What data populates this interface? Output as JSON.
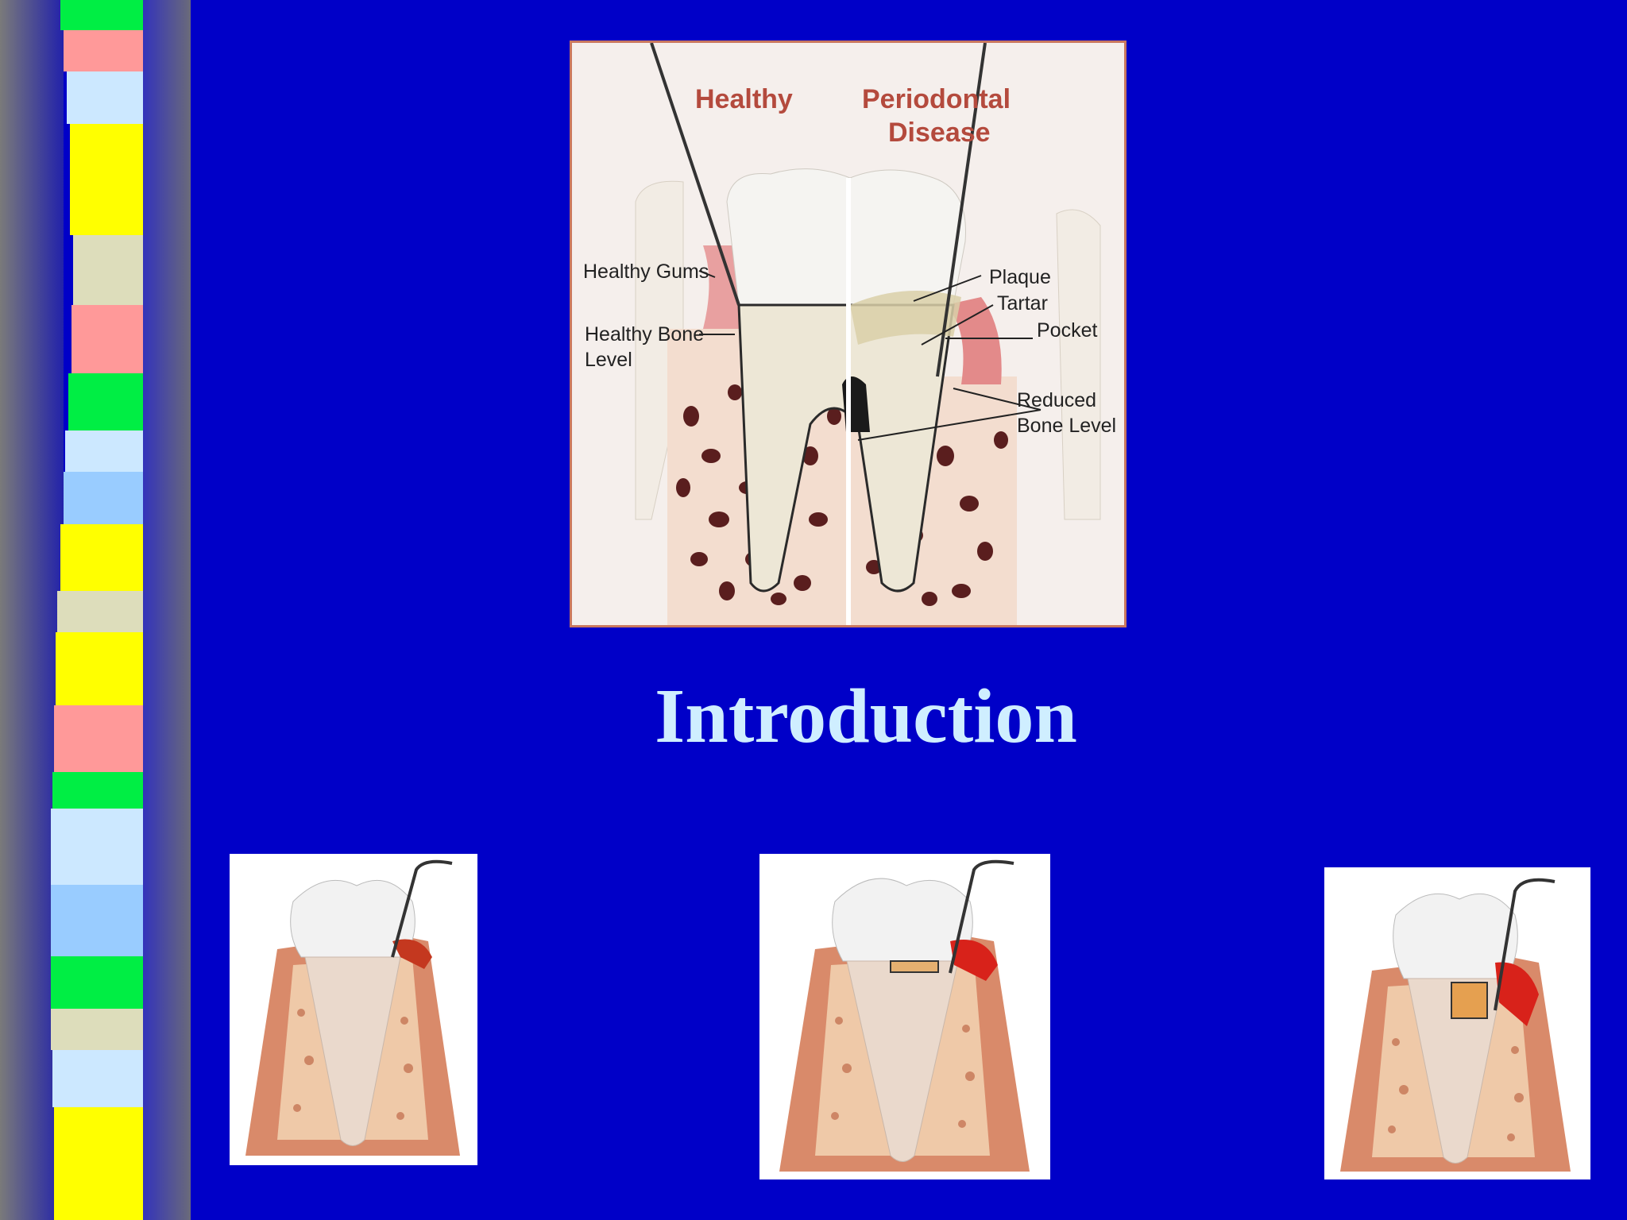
{
  "slide": {
    "title": "Introduction"
  },
  "main_figure": {
    "heading_left": "Healthy",
    "heading_right_line1": "Periodontal",
    "heading_right_line2": "Disease",
    "labels": {
      "healthy_gums": "Healthy Gums",
      "healthy_bone_line1": "Healthy Bone",
      "healthy_bone_line2": "Level",
      "plaque": "Plaque",
      "tartar": "Tartar",
      "pocket": "Pocket",
      "reduced_bone_line1": "Reduced",
      "reduced_bone_line2": "Bone Level"
    }
  },
  "colors": {
    "background": "#0000c8",
    "title": "#cfeeff",
    "heading": "#b44a3d",
    "gum": "#e8a0a0",
    "stripe_yellow": "#ffff00",
    "stripe_pink": "#ff9999",
    "stripe_lightblue": "#cce8ff",
    "stripe_green": "#00ee44",
    "stripe_beige": "#ddddbb",
    "stripe_blue": "#99ccff"
  }
}
